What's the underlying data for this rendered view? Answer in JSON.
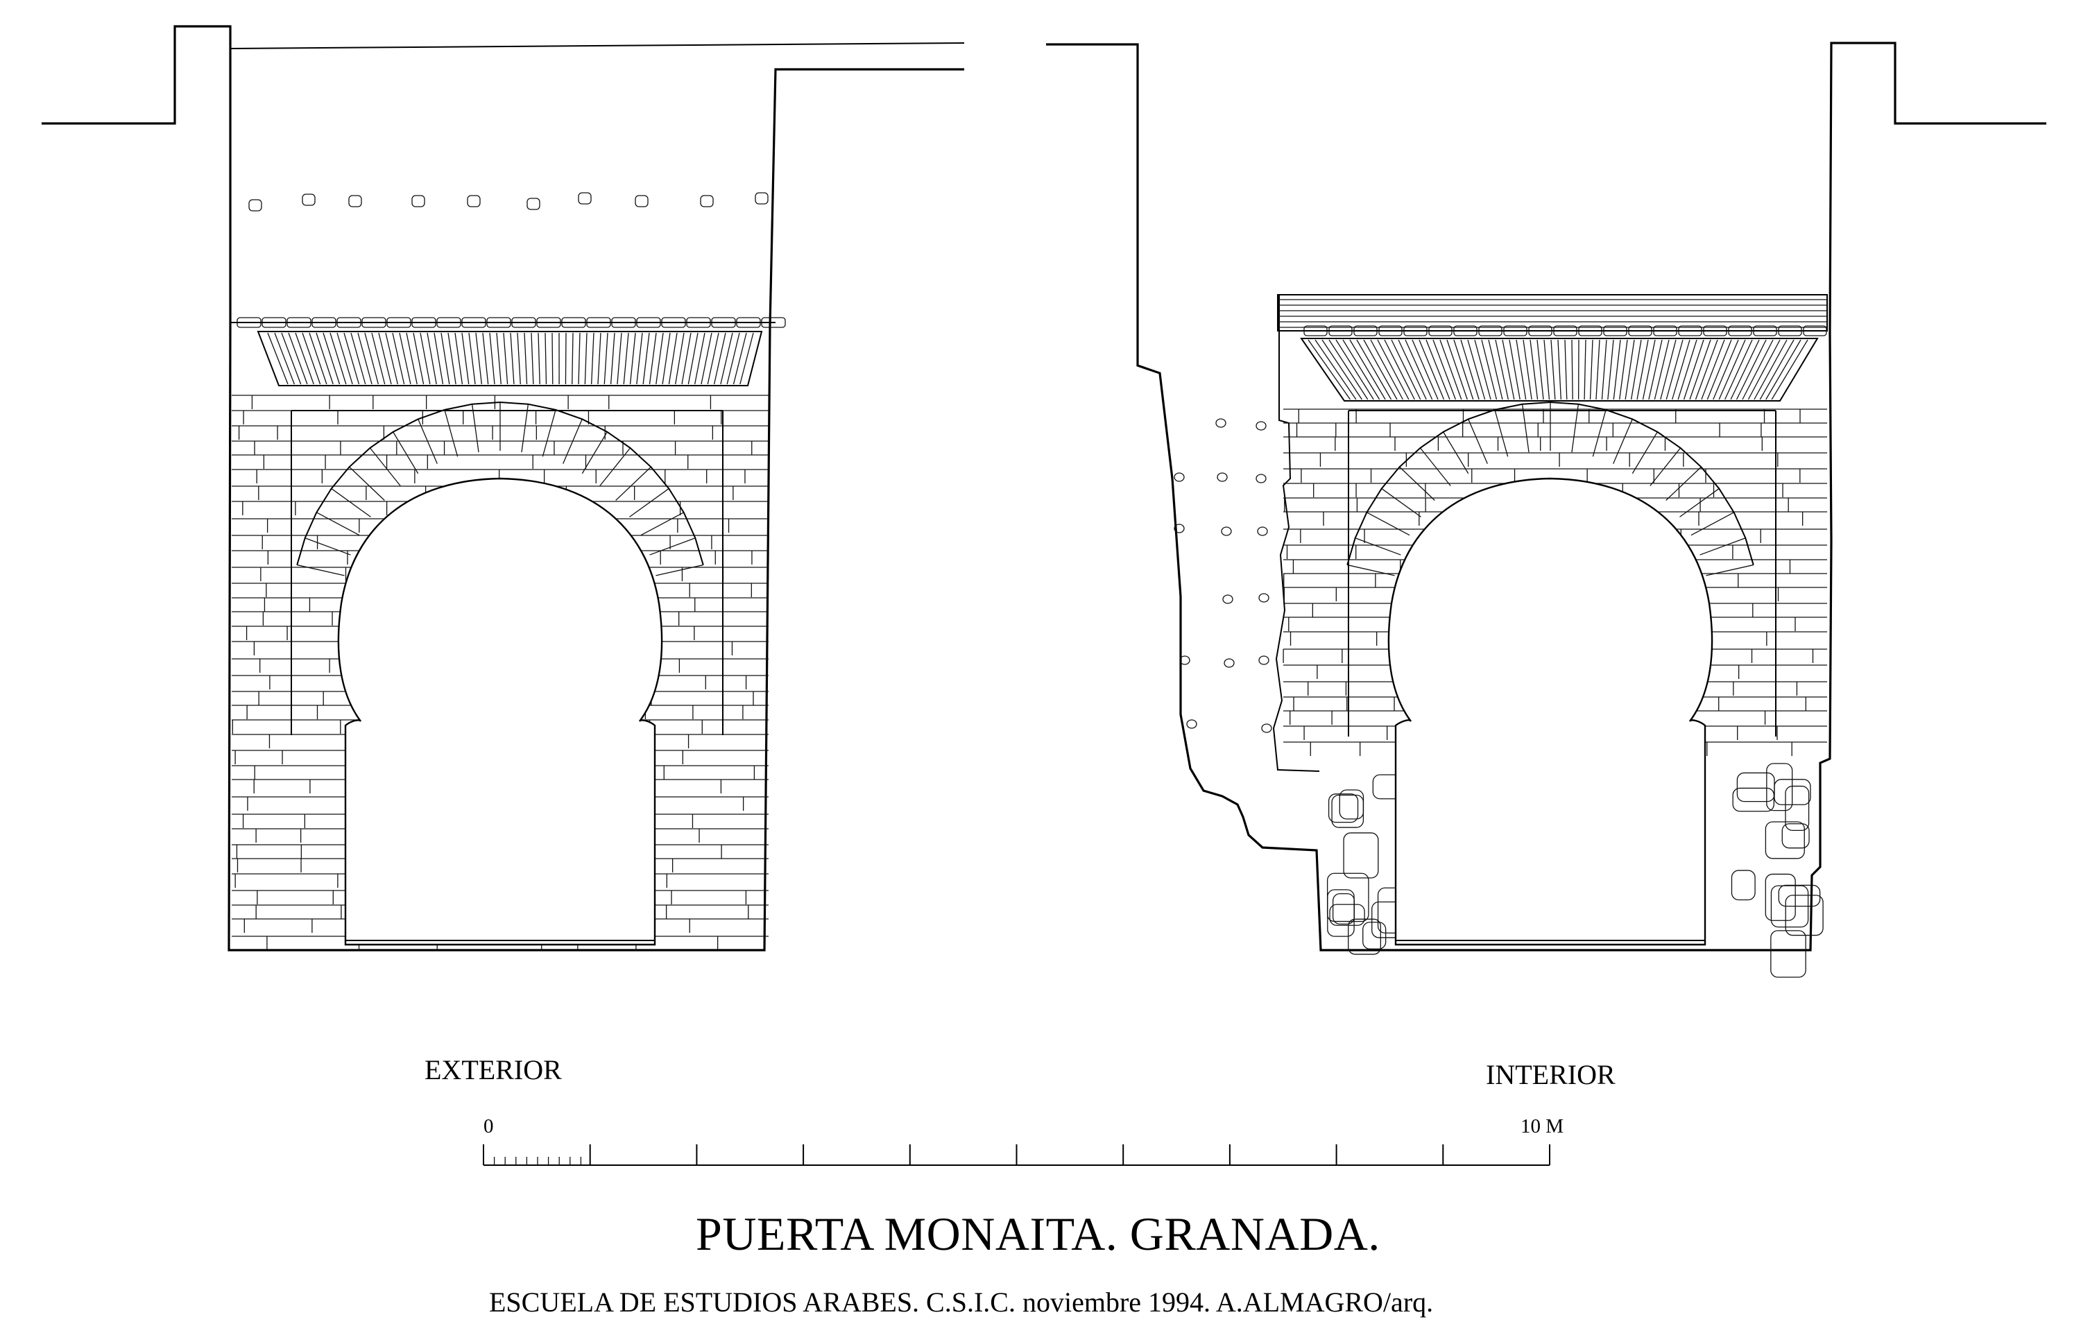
{
  "labels": {
    "exterior": "EXTERIOR",
    "interior": "INTERIOR"
  },
  "scale_bar": {
    "start_label": "0",
    "end_label": "10 M"
  },
  "title": "PUERTA MONAITA. GRANADA.",
  "subtitle": "ESCUELA DE ESTUDIOS ARABES. C.S.I.C. noviembre 1994. A.ALMAGRO/arq."
}
